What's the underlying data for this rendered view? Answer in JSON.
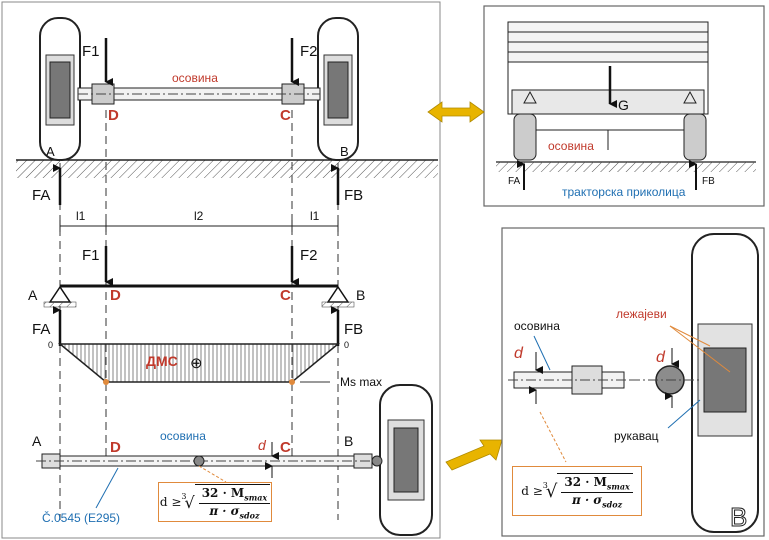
{
  "labels": {
    "F1": "F1",
    "F2": "F2",
    "FA": "FA",
    "FB": "FB",
    "A": "A",
    "B": "B",
    "C": "C",
    "D": "D",
    "l1": "l1",
    "l2": "l2",
    "axle": "осовина",
    "bms": "ДМС",
    "plus": "⊕",
    "ms_max": "Ms max",
    "zero": "0",
    "d": "d",
    "material": "Č.0545 (E295)",
    "G": "G",
    "trailer": "тракторска приколица",
    "bearings": "лежајеви",
    "journal": "рукавац",
    "big_B": "B"
  },
  "formula": {
    "lhs": "d ≥",
    "root_index": "3",
    "numerator": "32 · M",
    "num_sub": "smax",
    "denominator": "π · σ",
    "den_sub": "sdoz"
  },
  "colors": {
    "accent_red": "#c0392b",
    "accent_orange": "#e08a3c",
    "arrow_gold": "#e8b400",
    "blue": "#1f6fb2"
  }
}
